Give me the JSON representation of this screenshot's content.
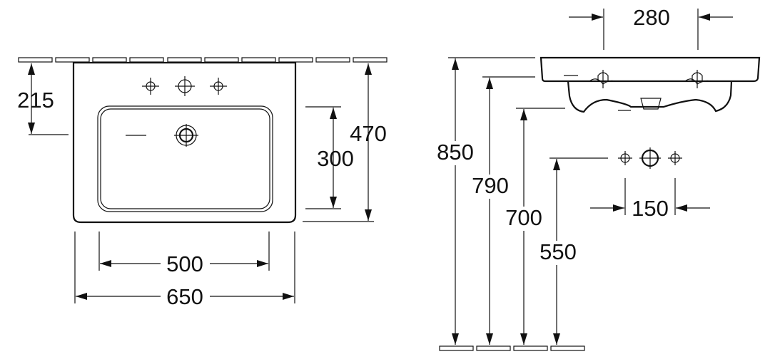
{
  "dimensions": {
    "top_view": {
      "tap_hole_depth": "215",
      "bowl_depth": "300",
      "overall_depth": "470",
      "bowl_width": "500",
      "overall_width": "650"
    },
    "side_view": {
      "tap_hole_spacing": "280",
      "height_overall": "850",
      "height_rim_underside": "790",
      "height_basin_bottom": "700",
      "height_waste": "550",
      "waste_spacing": "150"
    }
  },
  "colors": {
    "line": "#111111",
    "background": "#ffffff"
  }
}
